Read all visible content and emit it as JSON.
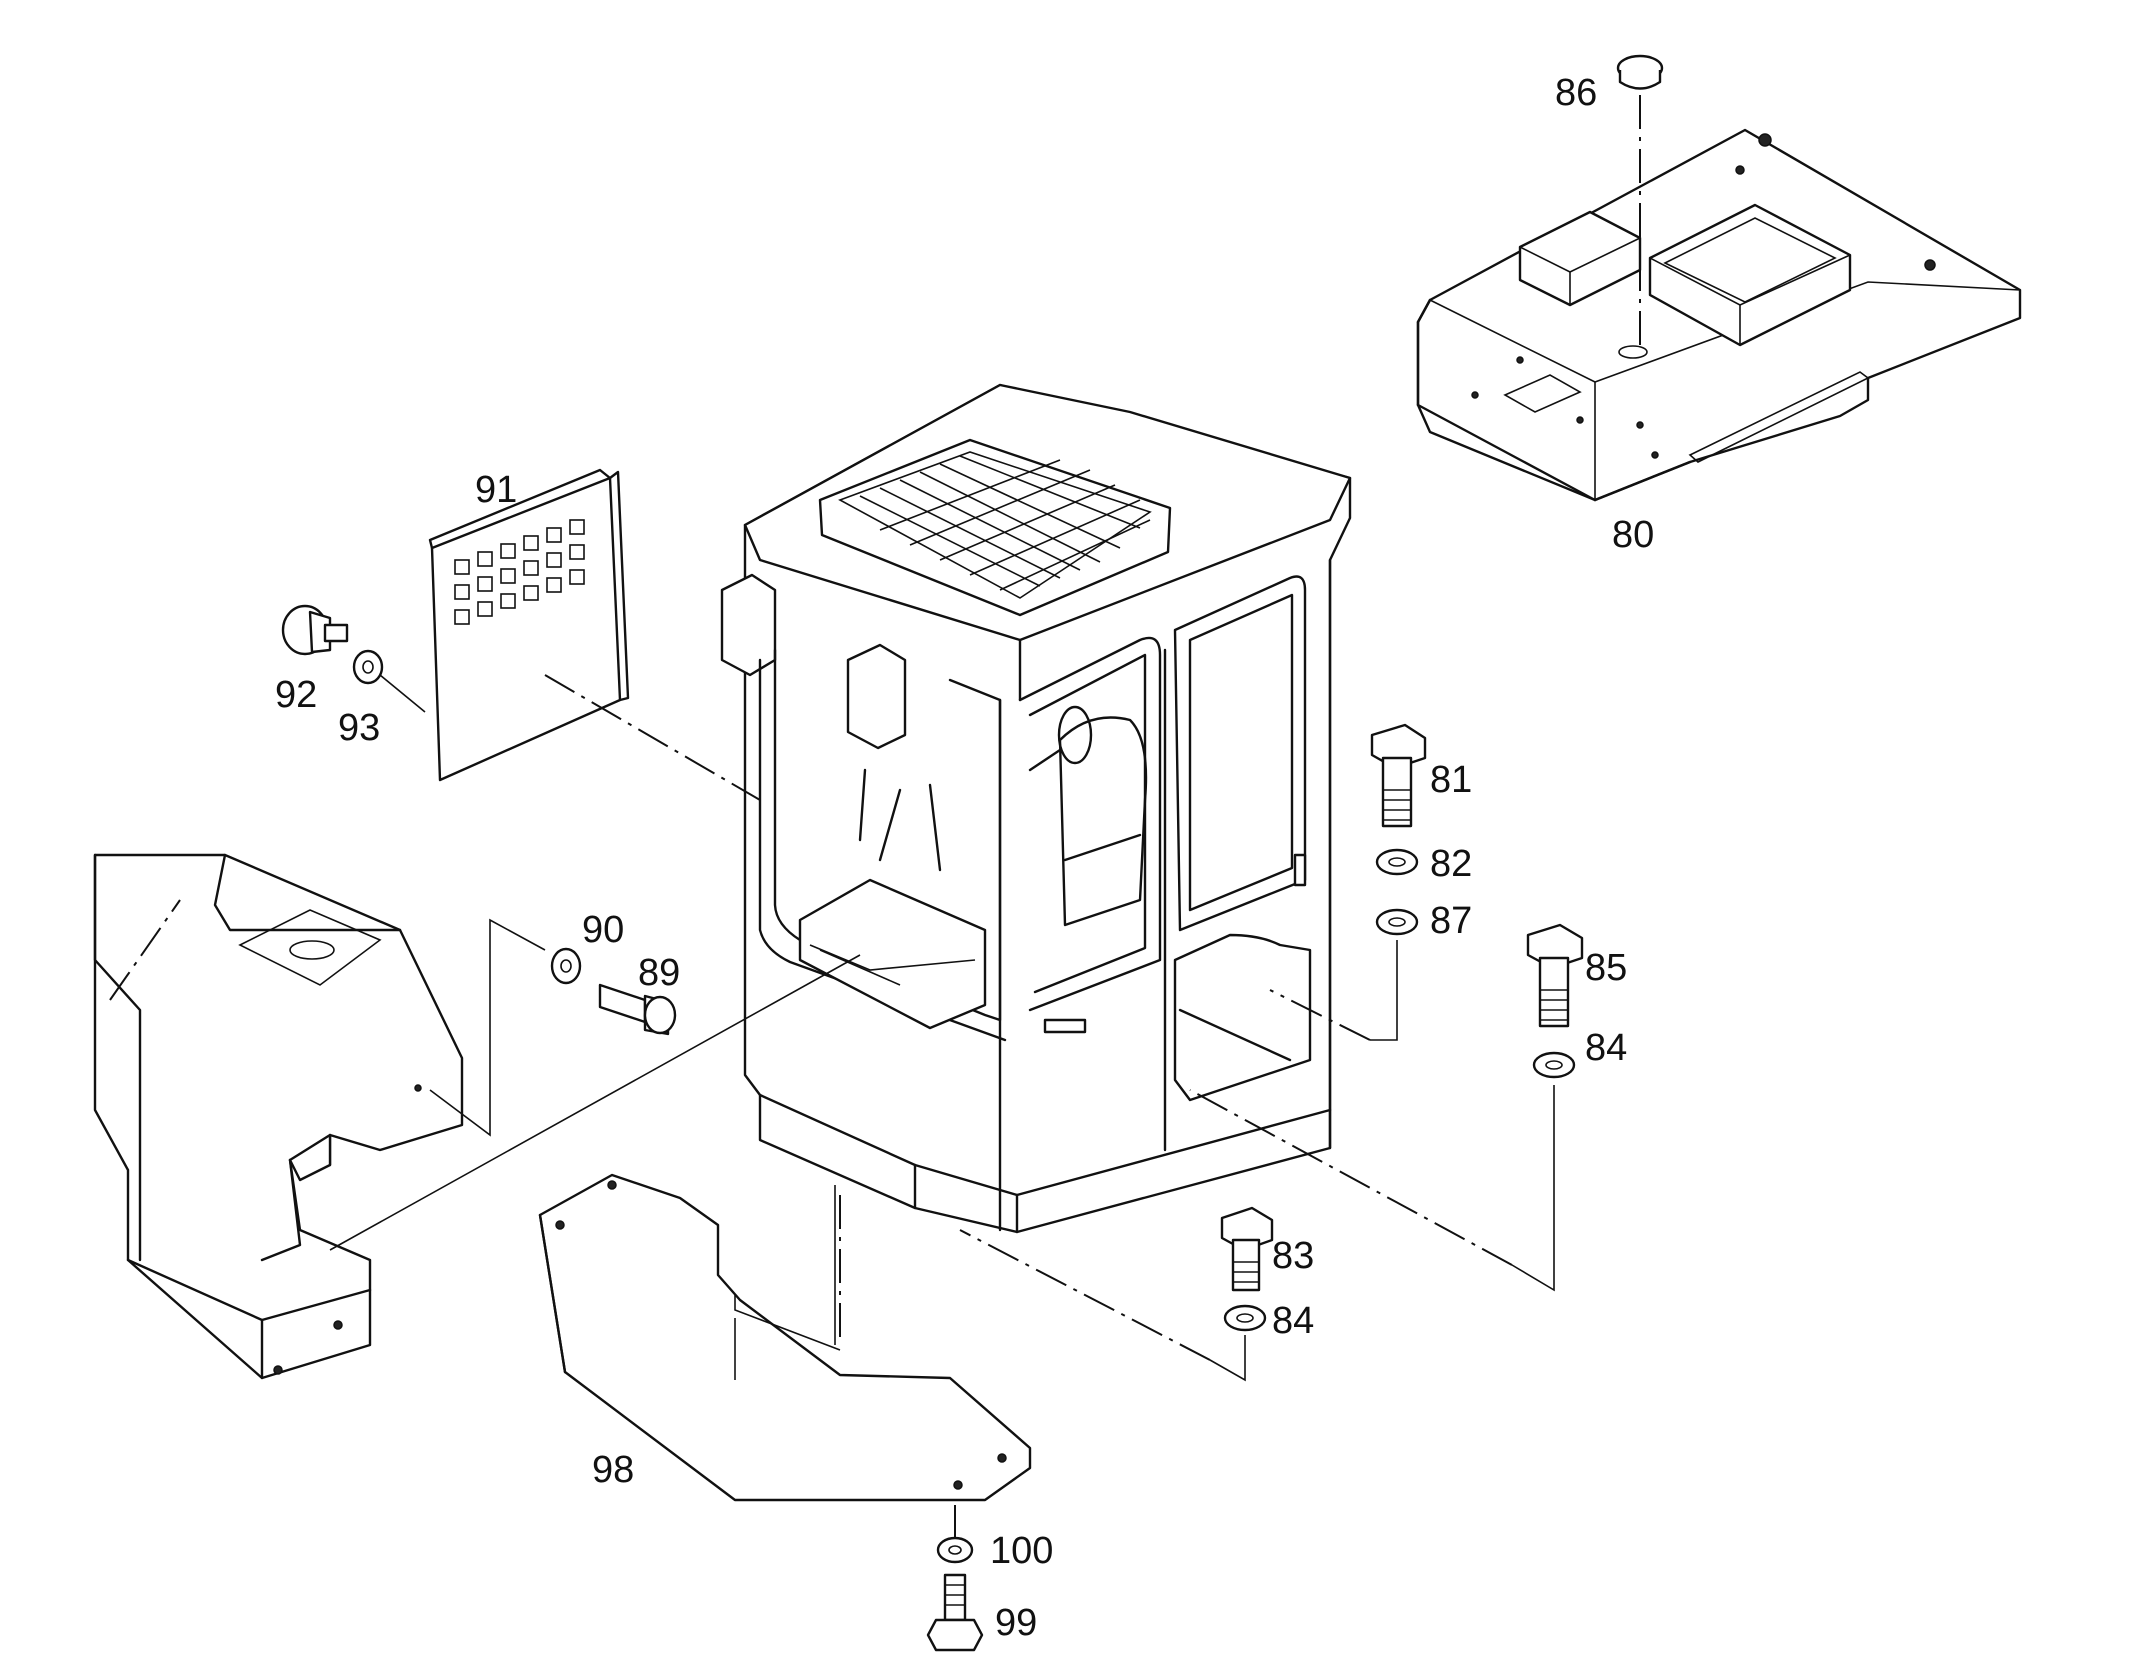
{
  "diagram": {
    "labels": {
      "p80": "80",
      "p81": "81",
      "p82": "82",
      "p83": "83",
      "p84a": "84",
      "p84b": "84",
      "p85": "85",
      "p86": "86",
      "p87": "87",
      "p89": "89",
      "p90": "90",
      "p91": "91",
      "p92": "92",
      "p93": "93",
      "p98": "98",
      "p99": "99",
      "p100": "100"
    },
    "colors": {
      "ink": "#111111",
      "paper": "#ffffff"
    }
  }
}
